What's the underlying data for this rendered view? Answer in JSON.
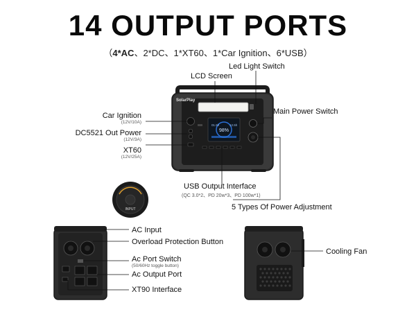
{
  "header": {
    "title": "14 OUTPUT PORTS",
    "subtitle_open": "（",
    "subtitle_bold": "4*AC",
    "subtitle_rest": "、2*DC、1*XT60、1*Car Ignition、6*USB）"
  },
  "device": {
    "brand": "SolarPlay",
    "screen_readouts": [
      "01.5h",
      "98%",
      "12.5h"
    ]
  },
  "front_labels": {
    "led_light_switch": "Led Light Switch",
    "lcd_screen": "LCD Screen",
    "main_power_switch": "Main Power Switch",
    "car_ignition": "Car Ignition",
    "car_ignition_spec": "(12V/10A)",
    "dc5521": "DC5521 Out Power",
    "dc5521_spec": "(12V/3A)",
    "xt60": "XT60",
    "xt60_spec": "(12V/25A)",
    "usb_output": "USB Output Interface",
    "usb_output_spec": "(QC 3.0*2、PD 20w*3、PD 100w*1)",
    "power_adjust": "5 Types Of Power Adjustment"
  },
  "knob": {
    "label": "INPUT"
  },
  "rear_labels": {
    "ac_input": "AC Input",
    "overload": "Overload Protection Button",
    "ac_port_switch": "Ac Port Switch",
    "ac_port_switch_spec": "(50/60Hz toggle button)",
    "ac_output": "Ac Output Port",
    "xt90": "XT90 Interface"
  },
  "side_labels": {
    "cooling_fan": "Cooling Fan"
  },
  "colors": {
    "body_dark": "#2b2b2b",
    "body_mid": "#3a3a3a",
    "panel": "#1a1a1a",
    "accent_blue": "#2a6fd6",
    "led_white": "#f2f2ef"
  }
}
